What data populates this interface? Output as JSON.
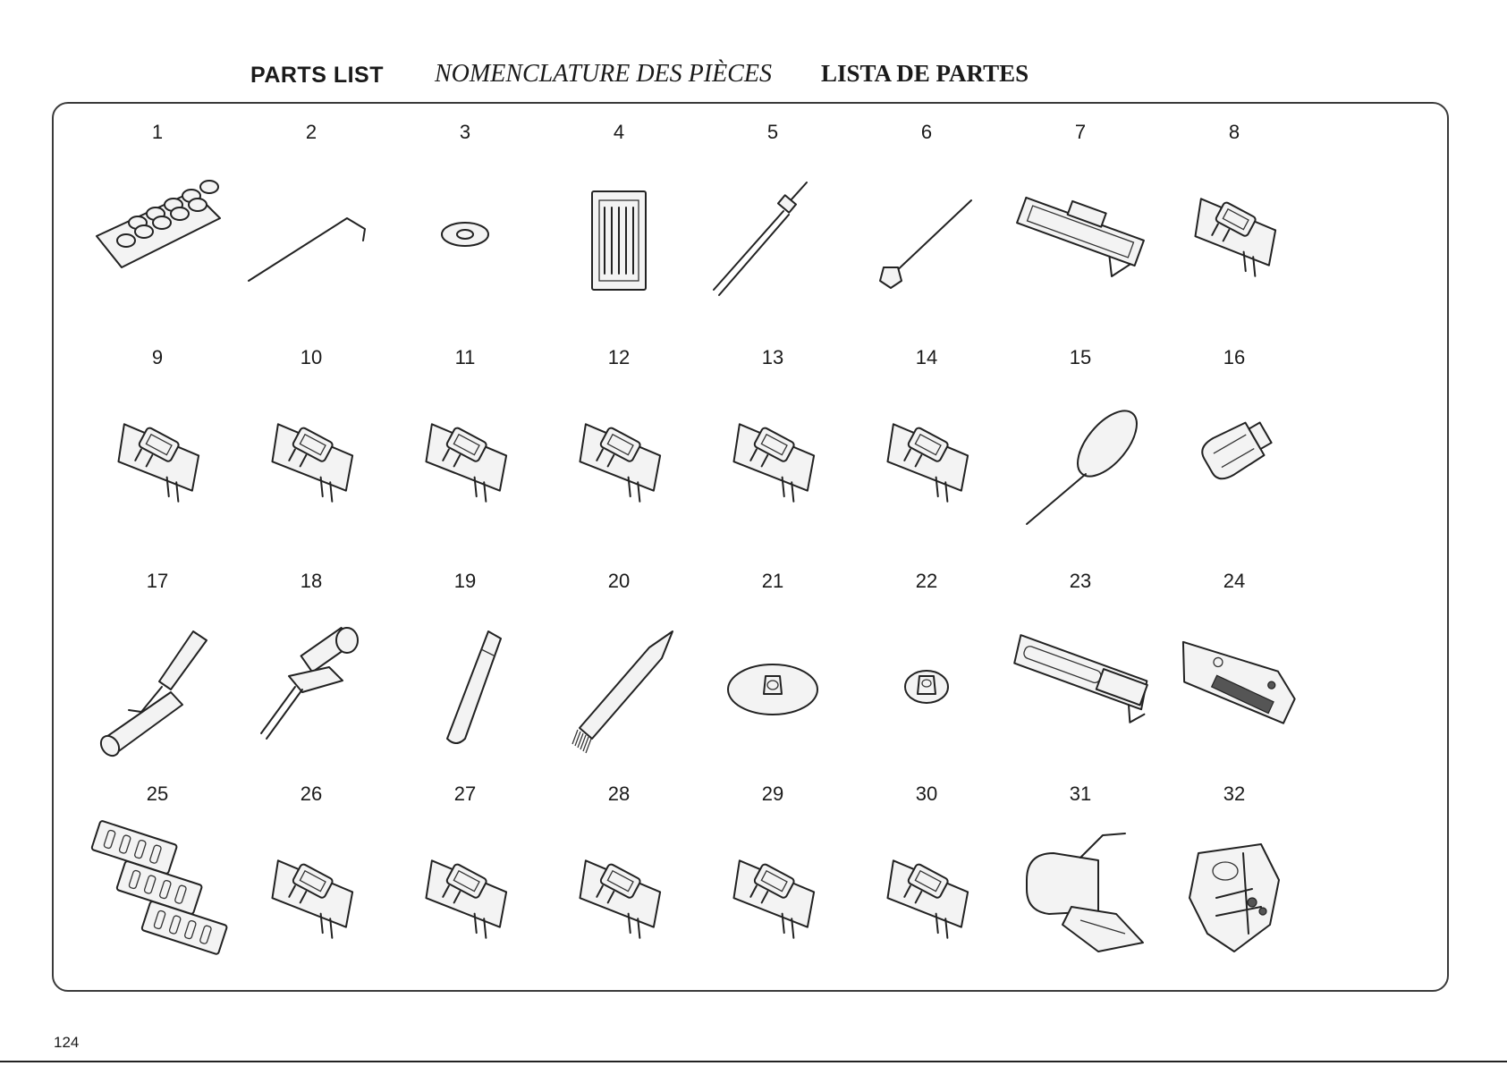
{
  "header": {
    "title_en": "PARTS LIST",
    "title_fr": "NOMENCLATURE DES PIÈCES",
    "title_es": "LISTA DE PARTES"
  },
  "parts": [
    {
      "number": "1",
      "icon": "bobbins-card-icon"
    },
    {
      "number": "2",
      "icon": "l-wire-icon"
    },
    {
      "number": "3",
      "icon": "spool-felt-icon"
    },
    {
      "number": "4",
      "icon": "needle-set-icon"
    },
    {
      "number": "5",
      "icon": "twin-needle-icon"
    },
    {
      "number": "6",
      "icon": "spool-pin-icon"
    },
    {
      "number": "7",
      "icon": "buttonhole-foot-icon"
    },
    {
      "number": "8",
      "icon": "presser-foot-icon"
    },
    {
      "number": "9",
      "icon": "presser-foot-icon"
    },
    {
      "number": "10",
      "icon": "presser-foot-icon"
    },
    {
      "number": "11",
      "icon": "presser-foot-icon"
    },
    {
      "number": "12",
      "icon": "presser-foot-icon"
    },
    {
      "number": "13",
      "icon": "presser-foot-icon"
    },
    {
      "number": "14",
      "icon": "presser-foot-icon"
    },
    {
      "number": "15",
      "icon": "needle-threader-icon"
    },
    {
      "number": "16",
      "icon": "light-bulb-icon"
    },
    {
      "number": "17",
      "icon": "seam-ripper-icon"
    },
    {
      "number": "18",
      "icon": "screwdriver-icon"
    },
    {
      "number": "19",
      "icon": "screwdriver-pen-icon"
    },
    {
      "number": "20",
      "icon": "lint-brush-icon"
    },
    {
      "number": "21",
      "icon": "large-spool-holder-icon"
    },
    {
      "number": "22",
      "icon": "small-spool-holder-icon"
    },
    {
      "number": "23",
      "icon": "seam-guide-icon"
    },
    {
      "number": "24",
      "icon": "needle-plate-icon"
    },
    {
      "number": "25",
      "icon": "cam-plates-icon"
    },
    {
      "number": "26",
      "icon": "presser-foot-icon"
    },
    {
      "number": "27",
      "icon": "presser-foot-icon"
    },
    {
      "number": "28",
      "icon": "presser-foot-icon"
    },
    {
      "number": "29",
      "icon": "presser-foot-icon"
    },
    {
      "number": "30",
      "icon": "presser-foot-icon"
    },
    {
      "number": "31",
      "icon": "walking-foot-icon"
    },
    {
      "number": "32",
      "icon": "darning-foot-icon"
    }
  ],
  "page_number": "124"
}
